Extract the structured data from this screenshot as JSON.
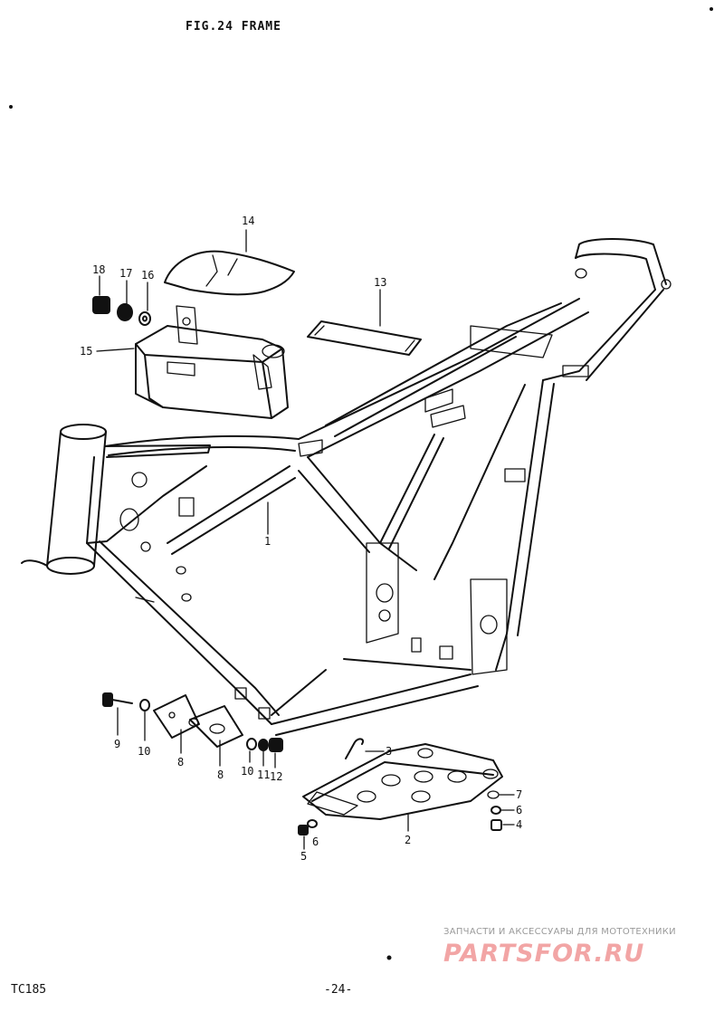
{
  "header": {
    "figure_title": "FIG.24  FRAME"
  },
  "footer": {
    "model": "TC185",
    "page": "-24-"
  },
  "watermark": {
    "caption": "ЗАПЧАСТИ И АКСЕССУАРЫ ДЛЯ МОТОТЕХНИКИ",
    "logo": "PARTSFOR.RU",
    "color": "#f2a5a5"
  },
  "callouts": {
    "c1": "1",
    "c2": "2",
    "c3": "3",
    "c4": "4",
    "c5": "5",
    "c6a": "6",
    "c6b": "6",
    "c7": "7",
    "c8a": "8",
    "c8b": "8",
    "c9": "9",
    "c10a": "10",
    "c10b": "10",
    "c11": "11",
    "c12": "12",
    "c13": "13",
    "c14": "14",
    "c15": "15",
    "c16": "16",
    "c17": "17",
    "c18": "18"
  }
}
